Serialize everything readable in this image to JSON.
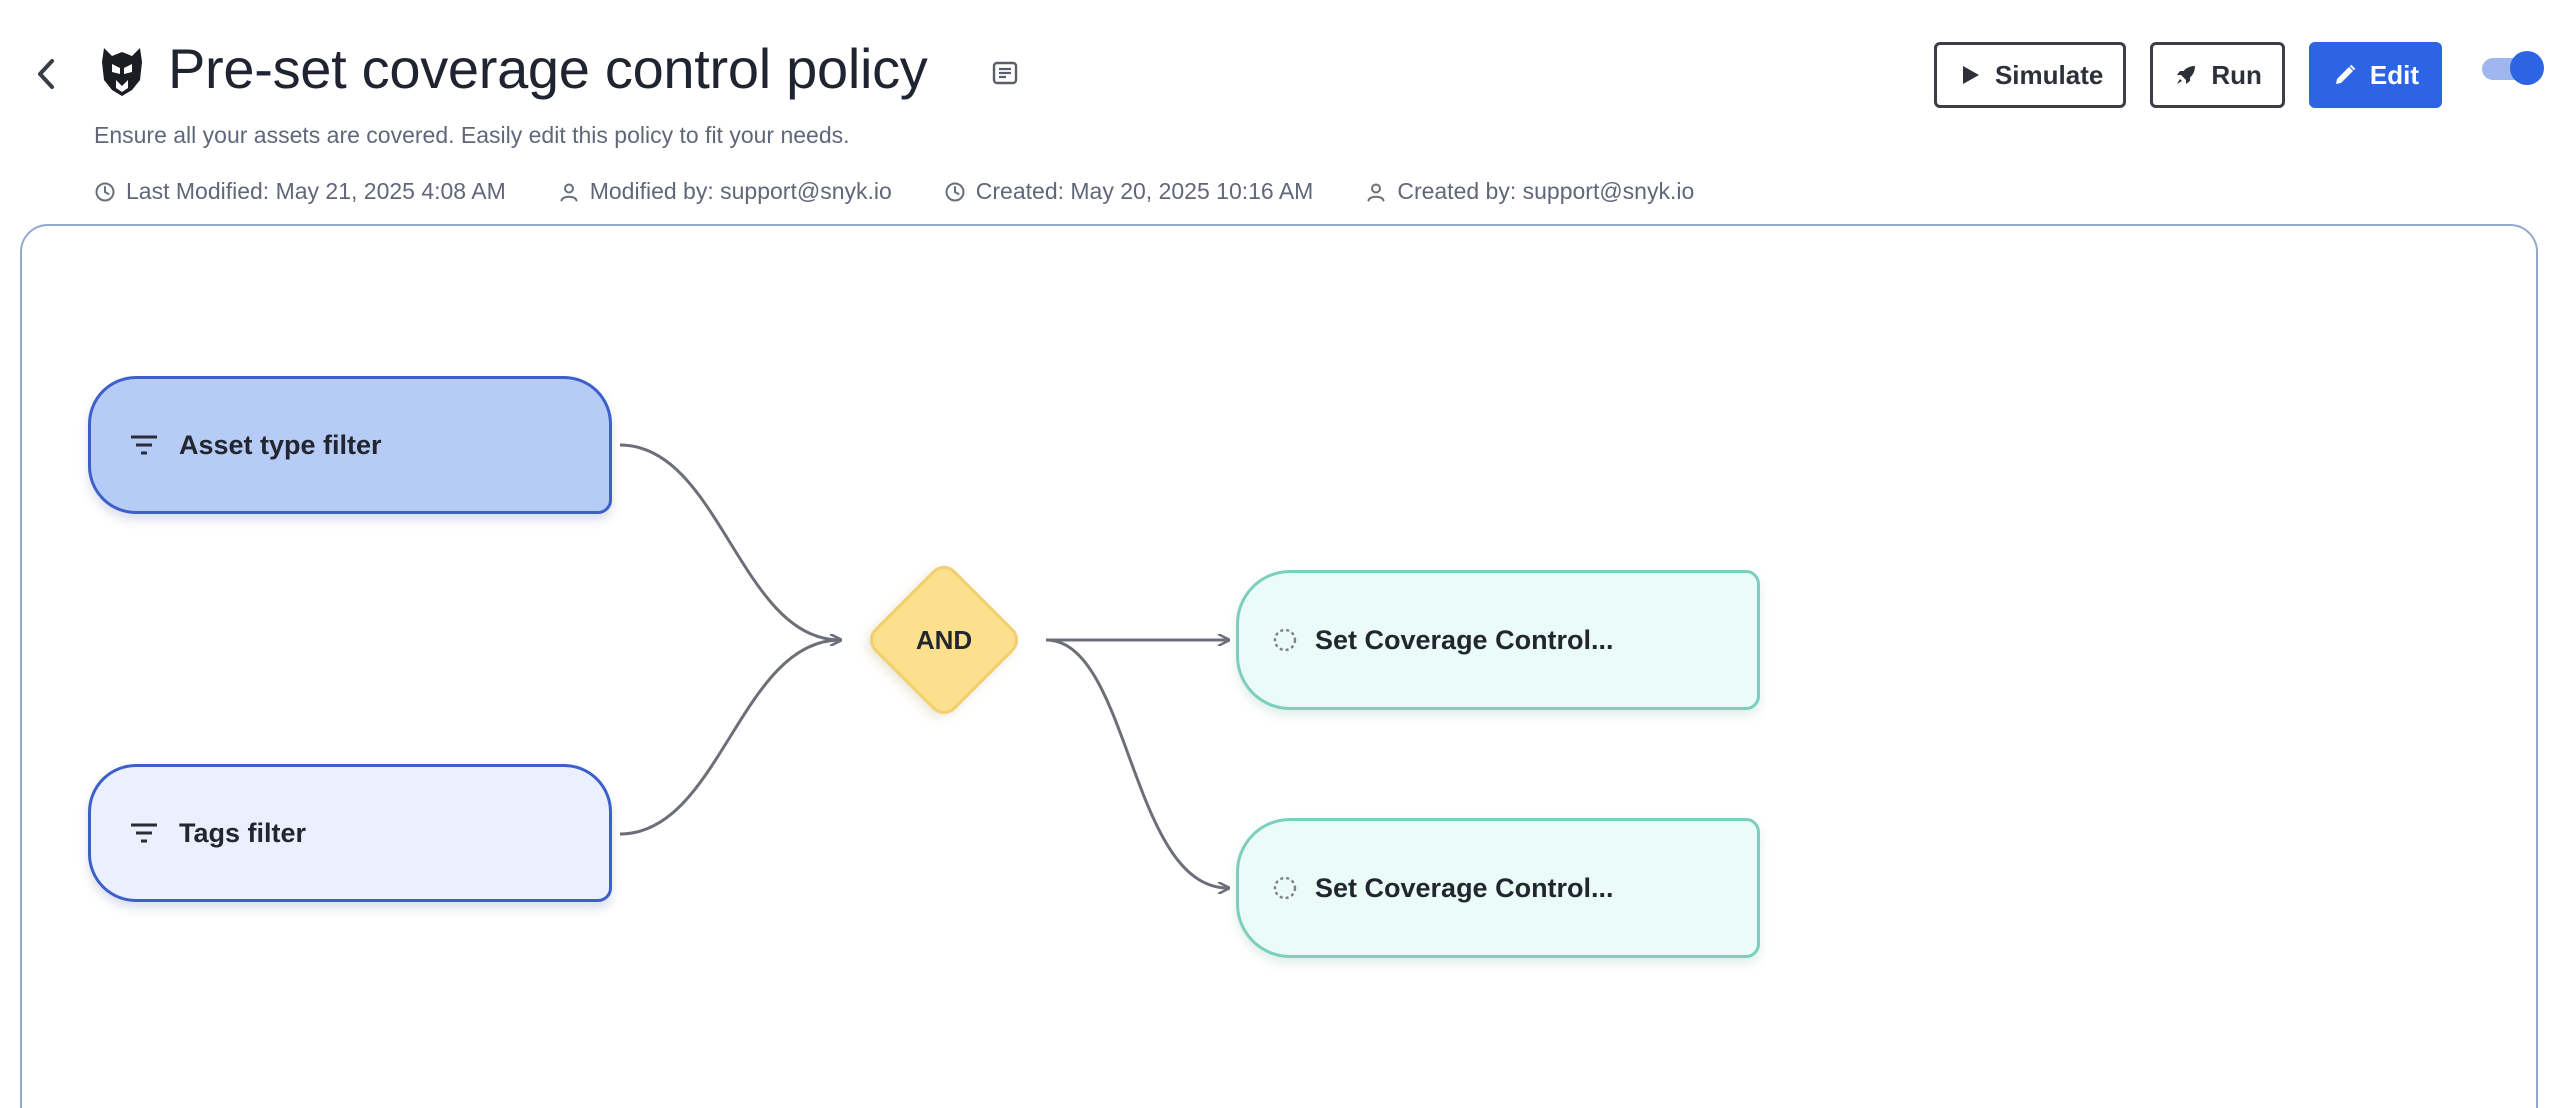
{
  "header": {
    "back_icon": "chevron-left-icon",
    "logo_icon": "snyk-logo-icon",
    "title": "Pre-set coverage control policy",
    "note_icon": "note-icon",
    "subtitle": "Ensure all your assets are covered. Easily edit this policy to fit your needs."
  },
  "meta": {
    "last_modified": "Last Modified: May 21, 2025 4:08 AM",
    "modified_by": "Modified by: support@snyk.io",
    "created": "Created: May 20, 2025 10:16 AM",
    "created_by": "Created by: support@snyk.io"
  },
  "actions": {
    "simulate_label": "Simulate",
    "run_label": "Run",
    "edit_label": "Edit",
    "toggle_on": true
  },
  "flow": {
    "nodes": {
      "asset_filter": "Asset type filter",
      "tags_filter": "Tags filter",
      "and_gate": "AND",
      "action_1": "Set Coverage Control...",
      "action_2": "Set Coverage Control..."
    }
  },
  "colors": {
    "primary": "#2c64e3",
    "filter_active": "#b6cbf6",
    "filter_inactive": "#eaf0fd",
    "and_fill": "#fde08e",
    "action_fill": "#ebfbf8",
    "action_border": "#7ccfbd"
  }
}
